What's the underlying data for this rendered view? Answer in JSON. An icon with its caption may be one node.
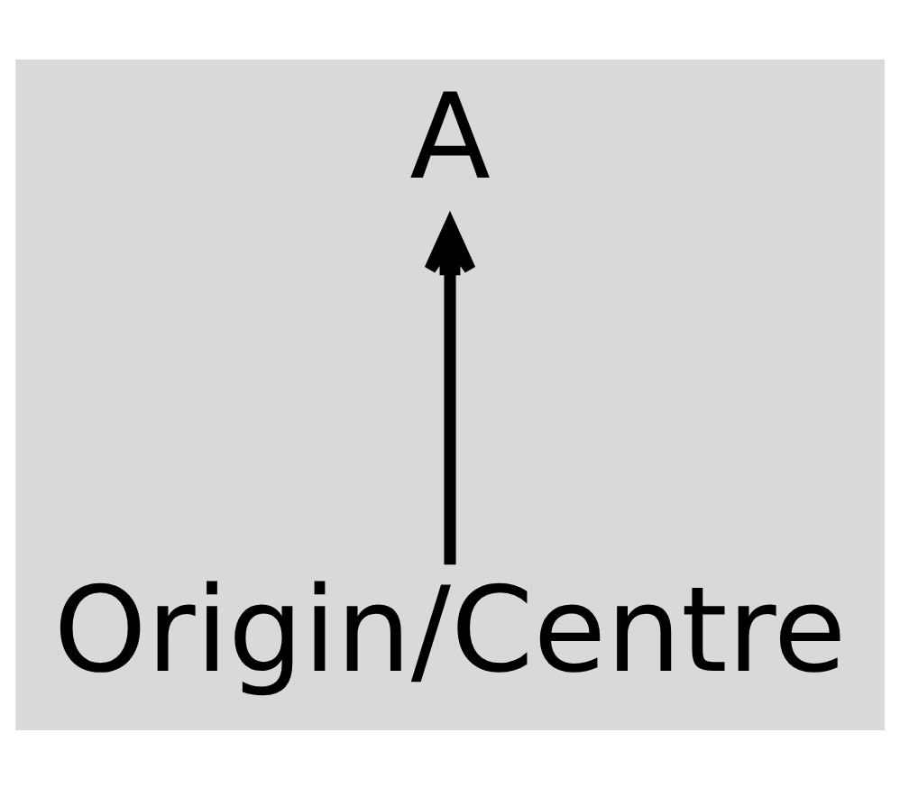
{
  "diagram": {
    "nodes": [
      {
        "text": [
          "A"
        ]
      },
      {
        "text": [
          "Origin/Centre"
        ]
      }
    ],
    "edges": [
      {
        "from": 1,
        "to": 0,
        "arrow": "to"
      }
    ]
  }
}
